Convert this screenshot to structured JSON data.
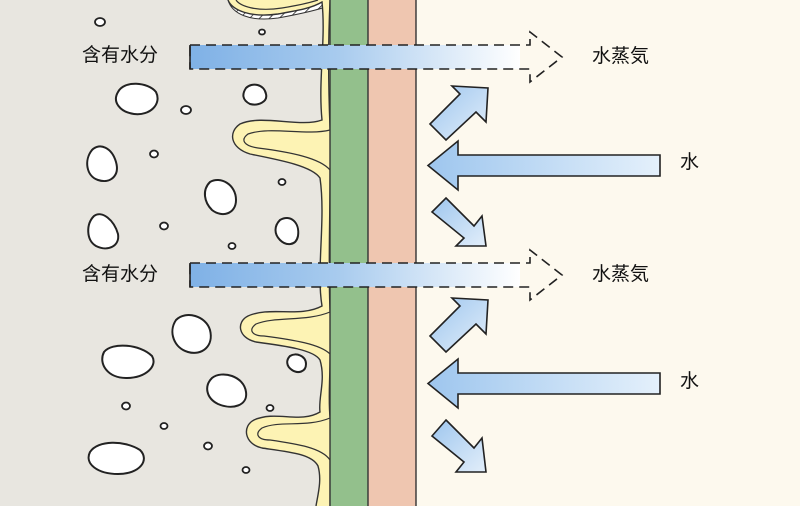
{
  "labels": {
    "moisture_1": "含有水分",
    "vapor_1": "水蒸気",
    "water_1": "水",
    "moisture_2": "含有水分",
    "vapor_2": "水蒸気",
    "water_2": "水"
  },
  "colors": {
    "concrete": "#e8e6e0",
    "coating_layer": "#fdf3b4",
    "green_layer": "#93c08c",
    "pink_layer": "#efc6b0",
    "outside": "#fdf9ee",
    "arrow_blue": "#a9ccef",
    "bar_blue": "#7fb1e6"
  }
}
